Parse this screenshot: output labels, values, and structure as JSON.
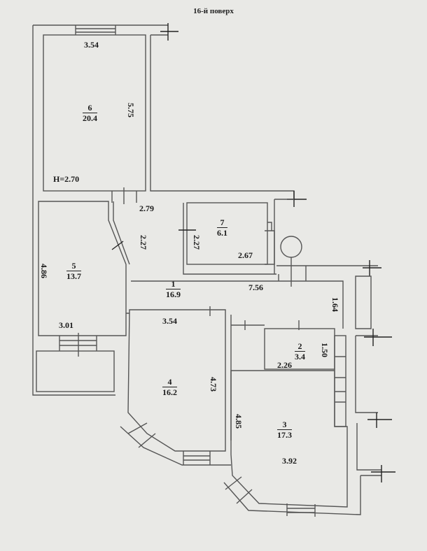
{
  "title": "16-й поверх",
  "ceiling_height": "H=2.70",
  "rooms": [
    {
      "number": "1",
      "area": "16.9"
    },
    {
      "number": "2",
      "area": "3.4"
    },
    {
      "number": "3",
      "area": "17.3"
    },
    {
      "number": "4",
      "area": "16.2"
    },
    {
      "number": "5",
      "area": "13.7"
    },
    {
      "number": "6",
      "area": "20.4"
    },
    {
      "number": "7",
      "area": "6.1"
    }
  ],
  "dimensions": {
    "room6_width": "3.54",
    "room6_length": "5.75",
    "corridor_width": "2.79",
    "corridor_length_a": "2.27",
    "room7_length": "2.27",
    "room7_width": "2.67",
    "room5_length": "4.86",
    "room5_width": "3.01",
    "hall_length": "7.56",
    "hall_width": "1.64",
    "room4_width": "3.54",
    "room4_length": "4.73",
    "room2_length": "1.50",
    "room2_width": "2.26",
    "room3_length": "4.85",
    "room3_width": "3.92"
  },
  "colors": {
    "paper": "#e9e9e6",
    "wall_line": "#555555",
    "text": "#1a1a1a"
  }
}
